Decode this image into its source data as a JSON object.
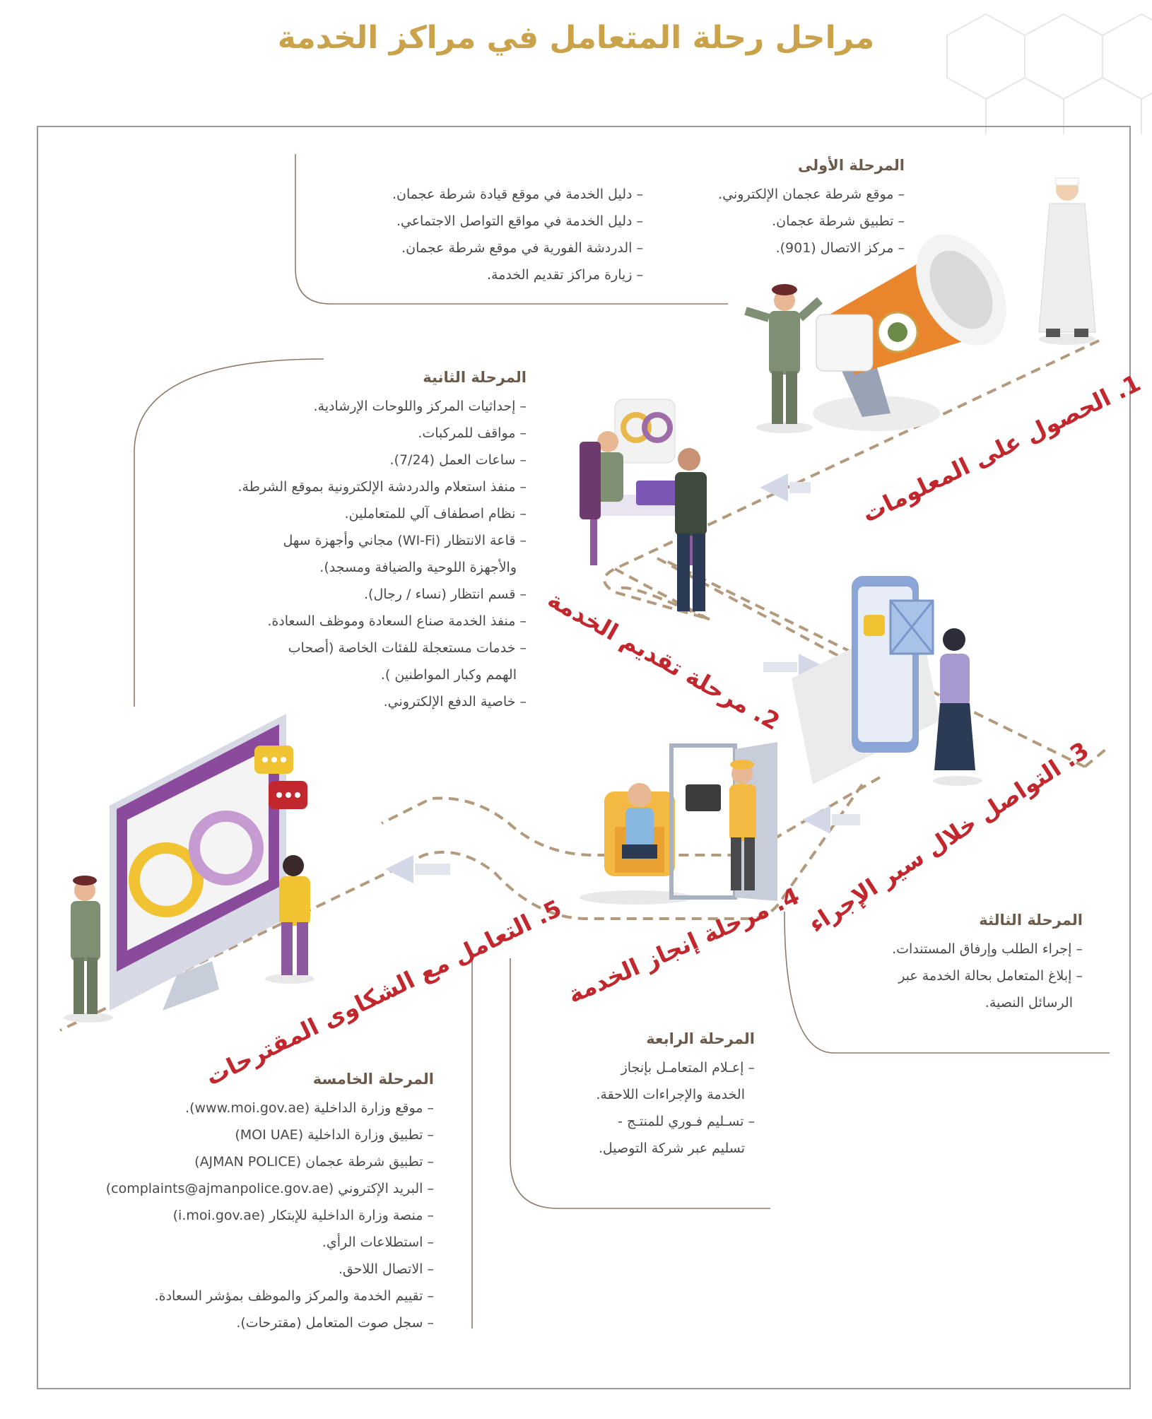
{
  "title": "مراحل رحلة المتعامل في مراكز الخدمة",
  "colors": {
    "gold": "#c9a24a",
    "red": "#c1272d",
    "path": "#b39a7d",
    "line": "#8b7a6a"
  },
  "stages": [
    {
      "heading": "المرحلة الأولى",
      "col1": [
        "موقع شرطة عجمان الإلكتروني.",
        "تطبيق شرطة عجمان.",
        "مركز الاتصال (901)."
      ],
      "col2": [
        "دليل الخدمة في موقع قيادة شرطة عجمان.",
        "دليل الخدمة في مواقع التواصل الاجتماعي.",
        "الدردشة الفورية في موقع شرطة عجمان.",
        "زيارة مراكز تقديم الخدمة."
      ]
    },
    {
      "heading": "المرحلة الثانية",
      "items": [
        "إحداثيات المركز واللوحات الإرشادية.",
        "مواقف للمركبات.",
        "ساعات العمل (7/24).",
        "منفذ استعلام والدردشة الإلكترونية بموقع الشرطة.",
        "نظام اصطفاف آلي للمتعاملين.",
        "قاعة الانتظار (WI-Fi) مجاني وأجهزة سهل",
        "والأجهزة اللوحية والضيافة ومسجد).",
        "قسم انتظار (نساء / رجال).",
        "منفذ الخدمة صناع السعادة وموظف السعادة.",
        "خدمات مستعجلة للفئات الخاصة (أصحاب",
        "الهمم وكبار المواطنين ).",
        "خاصية الدفع الإلكتروني."
      ]
    },
    {
      "heading": "المرحلة الثالثة",
      "items": [
        "إجراء الطلب وإرفاق المستندات.",
        "إبلاغ المتعامل بحالة الخدمة عبر",
        "الرسائل النصية."
      ]
    },
    {
      "heading": "المرحلة الرابعة",
      "items": [
        "إعـلام المتعامـل بإنجاز",
        "الخدمة والإجراءات اللاحقة.",
        "تسـليم فـوري للمنتـج -",
        "تسليم عبر شركة التوصيل."
      ]
    },
    {
      "heading": "المرحلة الخامسة",
      "items": [
        "موقع وزارة الداخلية (www.moi.gov.ae).",
        "تطبيق وزارة الداخلية (MOI UAE)",
        "تطبيق شرطة عجمان (AJMAN POLICE)",
        "البريد الإكتروني (complaints@ajmanpolice.gov.ae)",
        "منصة وزارة الداخلية للإبتكار (i.moi.gov.ae)",
        "استطلاعات الرأي.",
        "الاتصال اللاحق.",
        "تقييم الخدمة والمركز والموظف بمؤشر السعادة.",
        "سجل صوت المتعامل (مقترحات)."
      ]
    }
  ],
  "path_labels": [
    "1. الحصول على المعلومات",
    "2. مرحلة تقديم الخدمة",
    "3. التواصل خلال سير الإجراء",
    "4. مرحلة إنجاز الخدمة",
    "5. التعامل مع الشكاوى المقترحات"
  ],
  "icons": [
    "megaphone-icon",
    "man-walking-icon",
    "officer-icon",
    "desk-service-icon",
    "smartphone-app-icon",
    "door-delivery-icon",
    "monitor-infinity-icon",
    "chat-bubble-icon"
  ]
}
